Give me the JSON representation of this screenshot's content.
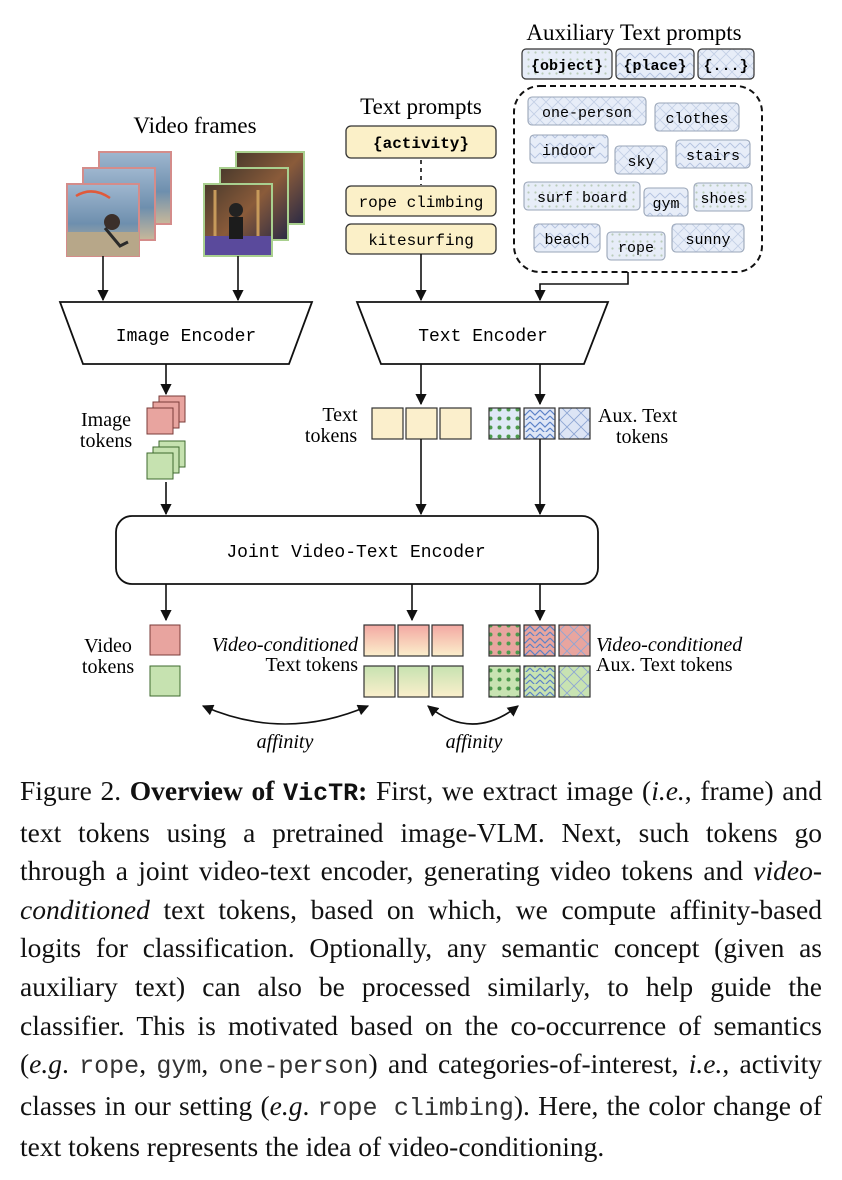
{
  "figure": {
    "video_frames_label": "Video frames",
    "text_prompts_label": "Text prompts",
    "aux_prompts_label": "Auxiliary Text prompts",
    "activity_chip": "{activity}",
    "activity_examples": [
      "rope climbing",
      "kitesurfing"
    ],
    "aux_chips": [
      "{object}",
      "{place}",
      "{...}"
    ],
    "aux_concepts": [
      "one-person",
      "clothes",
      "indoor",
      "sky",
      "stairs",
      "surf board",
      "gym",
      "shoes",
      "beach",
      "rope",
      "sunny"
    ],
    "image_encoder": "Image Encoder",
    "text_encoder": "Text Encoder",
    "joint_encoder": "Joint Video-Text Encoder",
    "image_tokens_label": [
      "Image",
      "tokens"
    ],
    "text_tokens_label": [
      "Text",
      "tokens"
    ],
    "aux_tokens_label": [
      "Aux. Text",
      "tokens"
    ],
    "video_tokens_label": [
      "Video",
      "tokens"
    ],
    "vc_text_label": [
      "Video-conditioned",
      "Text tokens"
    ],
    "vc_aux_label": [
      "Video-conditioned",
      "Aux. Text tokens"
    ],
    "affinity": "affinity"
  },
  "colors": {
    "red_token": "#e8a49f",
    "green_token": "#c6e2b0",
    "yellow_token": "#fbefcc",
    "aux_token": "#dde6f5",
    "prompt_fill": "#fbf0c8"
  },
  "caption": {
    "figure_num": "Figure 2.",
    "bold_title": "Overview of ",
    "bold_name": "VicTR",
    "bold_colon": ":",
    "p1": " First, we extract image (",
    "ie1": "i.e.",
    "p2": ", frame) and text tokens using a pretrained image-VLM. Next, such tokens go through a joint video-text encoder, generating video tokens and ",
    "vc": "video-conditioned",
    "p3": " text tokens, based on which, we compute affinity-based logits for classification. Optionally, any semantic concept (given as auxiliary text) can also be processed similarly, to help guide the classifier. This is motivated based on the co-occurrence of semantics (",
    "eg1": "e.g",
    "p4": ". ",
    "m_rope": "rope",
    "c1": ", ",
    "m_gym": "gym",
    "c2": ", ",
    "m_one": "one-person",
    "p5": ") and categories-of-interest, ",
    "ie2": "i.e.",
    "p6": ", activity classes in our setting (",
    "eg2": "e.g",
    "p7": ". ",
    "m_rc": "rope climbing",
    "p8": "). Here, the color change of text tokens represents the idea of video-conditioning."
  }
}
